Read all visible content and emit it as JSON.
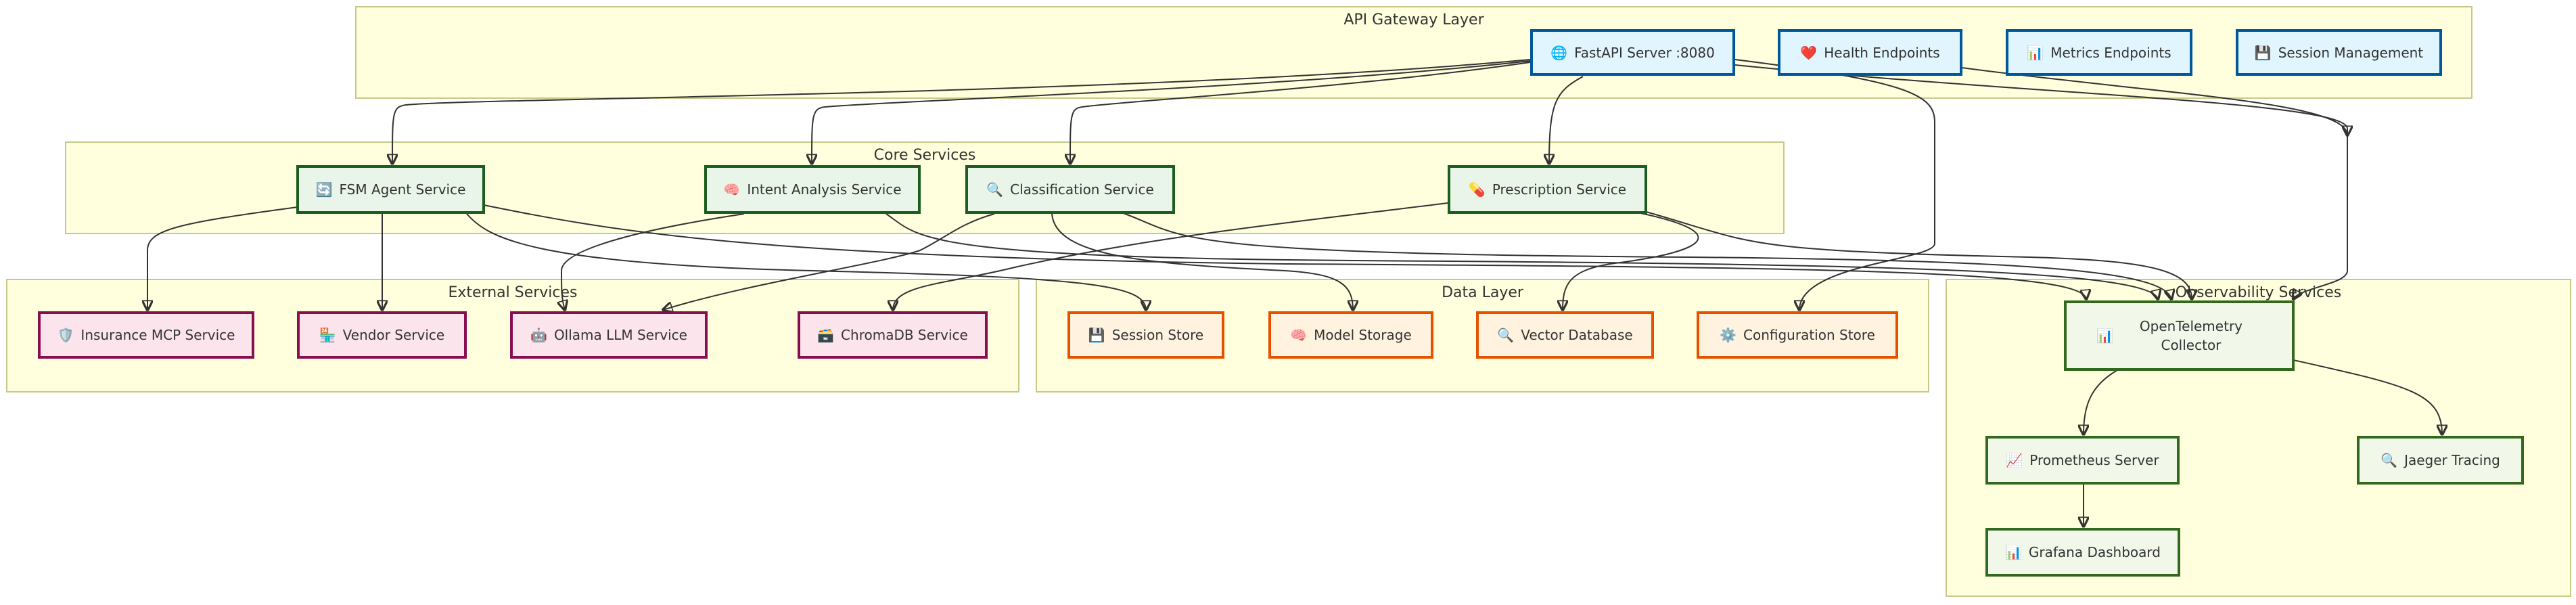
{
  "groups": {
    "api": "API Gateway Layer",
    "core": "Core Services",
    "external": "External Services",
    "data": "Data Layer",
    "observability": "Observability Services"
  },
  "nodes": {
    "fastapi": {
      "icon": "🌐",
      "label": "FastAPI Server :8080",
      "icon_name": "globe-icon"
    },
    "health": {
      "icon": "❤️",
      "label": "Health Endpoints",
      "icon_name": "heart-icon"
    },
    "metrics": {
      "icon": "📊",
      "label": "Metrics Endpoints",
      "icon_name": "bar-chart-icon"
    },
    "session_mgmt": {
      "icon": "💾",
      "label": "Session Management",
      "icon_name": "floppy-disk-icon"
    },
    "fsm": {
      "icon": "🔄",
      "label": "FSM Agent Service",
      "icon_name": "refresh-icon"
    },
    "intent": {
      "icon": "🧠",
      "label": "Intent Analysis Service",
      "icon_name": "brain-icon"
    },
    "classification": {
      "icon": "🔍",
      "label": "Classification Service",
      "icon_name": "magnifier-icon"
    },
    "prescription": {
      "icon": "💊",
      "label": "Prescription Service",
      "icon_name": "pill-icon"
    },
    "insurance": {
      "icon": "🛡️",
      "label": "Insurance MCP Service",
      "icon_name": "shield-icon"
    },
    "vendor": {
      "icon": "🏪",
      "label": "Vendor Service",
      "icon_name": "store-icon"
    },
    "ollama": {
      "icon": "🤖",
      "label": "Ollama LLM Service",
      "icon_name": "robot-icon"
    },
    "chromadb": {
      "icon": "🗃️",
      "label": "ChromaDB Service",
      "icon_name": "card-file-box-icon"
    },
    "session_store": {
      "icon": "💾",
      "label": "Session Store",
      "icon_name": "floppy-disk-icon"
    },
    "model_storage": {
      "icon": "🧠",
      "label": "Model Storage",
      "icon_name": "brain-icon"
    },
    "vector_db": {
      "icon": "🔍",
      "label": "Vector Database",
      "icon_name": "magnifier-icon"
    },
    "config_store": {
      "icon": "⚙️",
      "label": "Configuration Store",
      "icon_name": "gear-icon"
    },
    "otel": {
      "icon": "📊",
      "label": "OpenTelemetry Collector",
      "icon_name": "bar-chart-icon"
    },
    "prometheus": {
      "icon": "📈",
      "label": "Prometheus Server",
      "icon_name": "trending-up-icon"
    },
    "jaeger": {
      "icon": "🔍",
      "label": "Jaeger Tracing",
      "icon_name": "magnifier-icon"
    },
    "grafana": {
      "icon": "📊",
      "label": "Grafana Dashboard",
      "icon_name": "bar-chart-icon"
    }
  },
  "colors": {
    "group_fill": "#ffffde",
    "group_border": "#c6c98a",
    "api_fill": "#e1f5fe",
    "api_border": "#01579b",
    "core_fill": "#e8f5e8",
    "core_border": "#1b5e20",
    "external_fill": "#fce4ec",
    "external_border": "#880e4f",
    "data_fill": "#fff3e0",
    "data_border": "#e65100",
    "observability_fill": "#f1f8e9",
    "observability_border": "#33691e",
    "edge": "#333333"
  },
  "edges": [
    [
      "fastapi",
      "fsm"
    ],
    [
      "fastapi",
      "intent"
    ],
    [
      "fastapi",
      "classification"
    ],
    [
      "fastapi",
      "prescription"
    ],
    [
      "fastapi",
      "config_store"
    ],
    [
      "fastapi",
      "otel"
    ],
    [
      "health",
      "otel"
    ],
    [
      "fsm",
      "insurance"
    ],
    [
      "fsm",
      "vendor"
    ],
    [
      "fsm",
      "session_store"
    ],
    [
      "fsm",
      "otel"
    ],
    [
      "intent",
      "ollama"
    ],
    [
      "intent",
      "otel"
    ],
    [
      "classification",
      "ollama"
    ],
    [
      "classification",
      "model_storage"
    ],
    [
      "classification",
      "otel"
    ],
    [
      "prescription",
      "chromadb"
    ],
    [
      "prescription",
      "vector_db"
    ],
    [
      "prescription",
      "otel"
    ],
    [
      "otel",
      "prometheus"
    ],
    [
      "otel",
      "jaeger"
    ],
    [
      "prometheus",
      "grafana"
    ]
  ]
}
